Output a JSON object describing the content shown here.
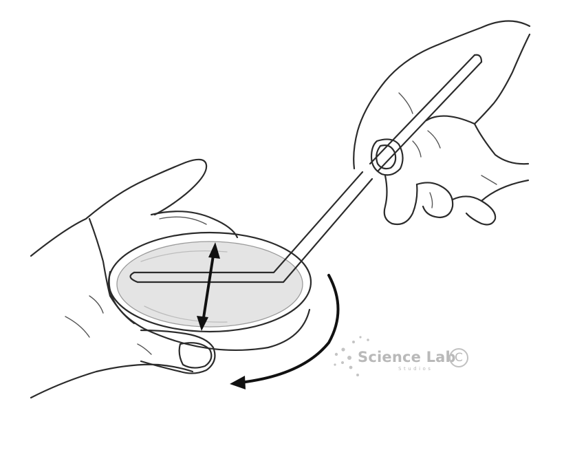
{
  "diagram": {
    "illustration": "hands-streaking-petri-dish-with-inoculating-loop",
    "arrows": [
      "rotate-dish-arrow",
      "streak-direction-arrow"
    ]
  },
  "watermark": {
    "title": "Science Lab",
    "subtitle": "Studios",
    "copyright_symbol": "C"
  },
  "colors": {
    "line": "#2b2b2b",
    "agar": "#e4e4e4",
    "watermark": "#b9b9b9"
  }
}
